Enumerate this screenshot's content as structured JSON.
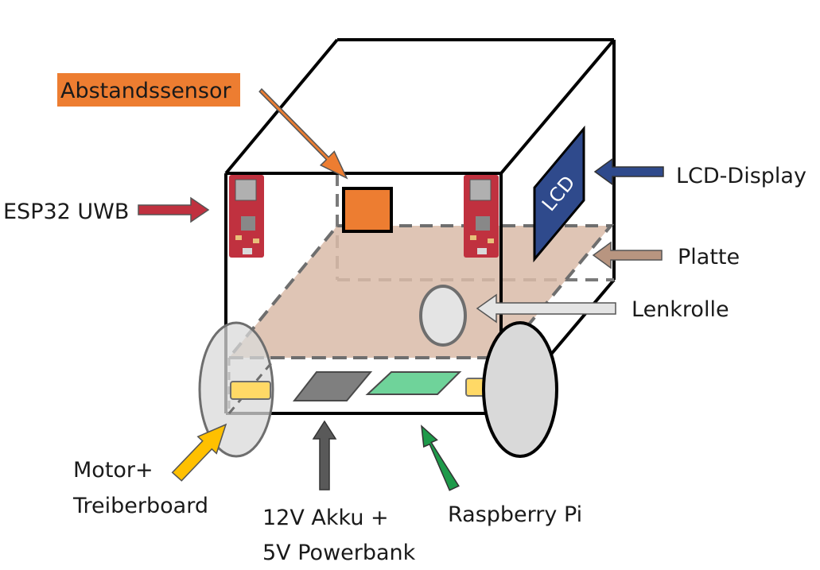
{
  "labels": {
    "abstandssensor": "Abstandssensor",
    "esp32": "ESP32 UWB",
    "lcd_display": "LCD-Display",
    "lcd_screen": "LCD",
    "platte": "Platte",
    "lenkrolle": "Lenkrolle",
    "motor_line1": "Motor+",
    "motor_line2": "Treiberboard",
    "akku_line1": "12V Akku +",
    "akku_line2": "5V Powerbank",
    "raspberry": "Raspberry Pi"
  },
  "colors": {
    "sensor_orange": "#ED7D31",
    "esp_red": "#C0313F",
    "lcd_blue": "#2F4A8C",
    "platte_brown": "#D9BBA8",
    "platte_arrow": "#B89580",
    "lenkrolle_gray": "#E4E4E4",
    "wheel_gray": "#D9D9D9",
    "motor_yellow": "#FFD966",
    "motor_arrow": "#FFC000",
    "akku_gray": "#7F7F7F",
    "akku_arrow": "#595959",
    "raspberry_green": "#6FD39A",
    "raspberry_arrow": "#1E9A4A"
  }
}
